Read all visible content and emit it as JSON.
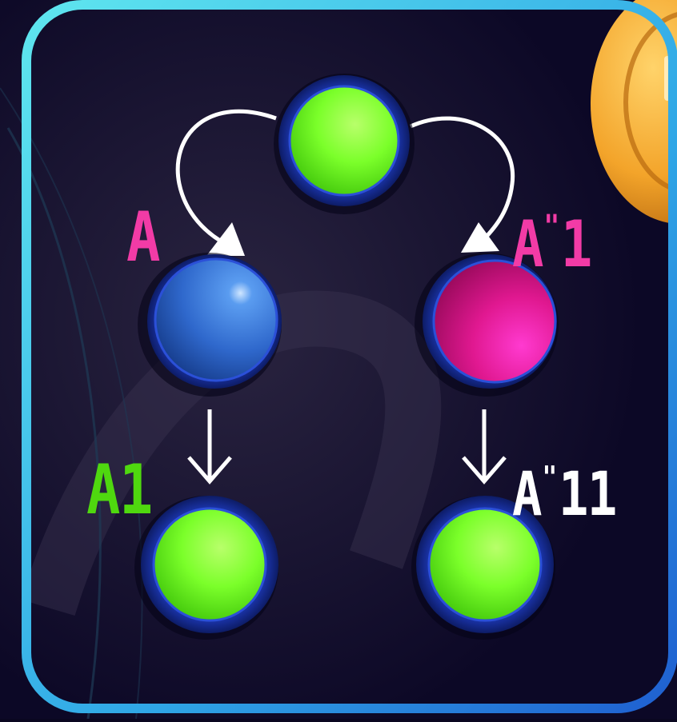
{
  "nodes": [
    {
      "id": "top",
      "color": "green"
    },
    {
      "id": "left",
      "color": "blue"
    },
    {
      "id": "right",
      "color": "magenta"
    },
    {
      "id": "bottom-left",
      "color": "green"
    },
    {
      "id": "bottom-right",
      "color": "green"
    }
  ],
  "labels": {
    "a": "A",
    "a_prime_1": {
      "base": "A",
      "prime": "\"",
      "suffix": "1"
    },
    "a1": "A1",
    "a_prime_11": {
      "base": "A",
      "prime": "\"",
      "suffix": "11"
    }
  },
  "colors": {
    "background": "#0a0720",
    "frame": "#3fd0e0",
    "green": "#7bff2a",
    "blue": "#2f74d8",
    "magenta": "#e0188f",
    "ring": "#1b34a8",
    "label_pink": "#f23ba6",
    "label_green": "#4fd80f",
    "label_white": "#ffffff",
    "coin": "#f3a42a"
  }
}
